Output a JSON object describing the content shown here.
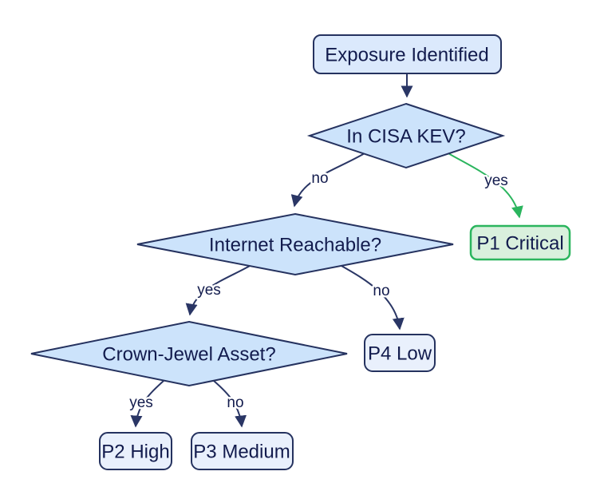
{
  "diagram": {
    "type": "flowchart-decision-tree",
    "background": "#ffffff",
    "nodes": {
      "start": {
        "label": "Exposure Identified",
        "shape": "rounded-rectangle",
        "role": "start"
      },
      "kev": {
        "label": "In CISA KEV?",
        "shape": "diamond",
        "role": "decision"
      },
      "p1": {
        "label": "P1 Critical",
        "shape": "rounded-rectangle",
        "role": "outcome",
        "emphasis": "green"
      },
      "internet": {
        "label": "Internet Reachable?",
        "shape": "diamond",
        "role": "decision"
      },
      "p4": {
        "label": "P4 Low",
        "shape": "rounded-rectangle",
        "role": "outcome"
      },
      "crown": {
        "label": "Crown-Jewel Asset?",
        "shape": "diamond",
        "role": "decision"
      },
      "p2": {
        "label": "P2 High",
        "shape": "rounded-rectangle",
        "role": "outcome"
      },
      "p3": {
        "label": "P3 Medium",
        "shape": "rounded-rectangle",
        "role": "outcome"
      }
    },
    "edges": [
      {
        "from": "start",
        "to": "kev",
        "label": ""
      },
      {
        "from": "kev",
        "to": "p1",
        "label": "yes",
        "color": "#2bb55e"
      },
      {
        "from": "kev",
        "to": "internet",
        "label": "no",
        "color": "#2a3665"
      },
      {
        "from": "internet",
        "to": "crown",
        "label": "yes",
        "color": "#2a3665"
      },
      {
        "from": "internet",
        "to": "p4",
        "label": "no",
        "color": "#2a3665"
      },
      {
        "from": "crown",
        "to": "p2",
        "label": "yes",
        "color": "#2a3665"
      },
      {
        "from": "crown",
        "to": "p3",
        "label": "no",
        "color": "#2a3665"
      }
    ],
    "colors": {
      "decision_fill": "#cce3fb",
      "start_fill": "#dbe9fc",
      "outcome_fill": "#e9f0fc",
      "green_fill": "#d9f0dd",
      "green_border": "#2bb55e",
      "node_border": "#25325f",
      "text": "#121b4d",
      "edge": "#2a3665"
    }
  }
}
